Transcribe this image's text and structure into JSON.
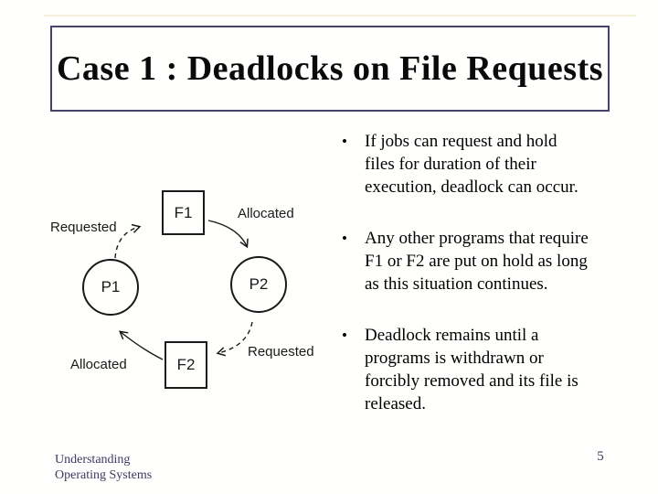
{
  "slide": {
    "title": "Case 1 : Deadlocks on File Requests",
    "bullet_char": "•",
    "bullets": [
      {
        "lines": [
          "If jobs can request and hold",
          "files for duration of their",
          "execution, deadlock can occur."
        ]
      },
      {
        "lines": [
          "Any other programs that require",
          "F1 or F2 are put on hold as long",
          "as this situation continues."
        ]
      },
      {
        "lines": [
          "Deadlock remains until a",
          "programs is withdrawn or",
          "forcibly removed and its file is",
          "released."
        ]
      }
    ],
    "footer": {
      "line1": "Understanding",
      "line2": "Operating Systems"
    },
    "page_number": "5"
  },
  "diagram": {
    "nodes": {
      "f1": "F1",
      "p1": "P1",
      "p2": "P2",
      "f2": "F2"
    },
    "edge_labels": {
      "top_left": "Requested",
      "top_right": "Allocated",
      "bottom_right": "Requested",
      "bottom_left": "Allocated"
    }
  },
  "colors": {
    "background": "#fffffd",
    "title_box_border": "#45456b",
    "footer_text": "#3b3b63",
    "diagram_ink": "#1a1a1a"
  }
}
